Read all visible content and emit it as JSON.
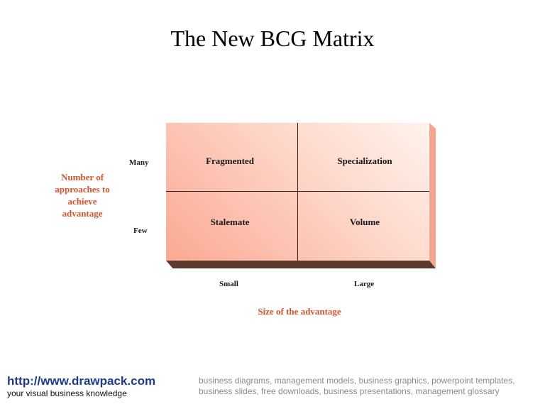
{
  "title": "The New BCG Matrix",
  "matrix": {
    "cells": [
      {
        "label": "Fragmented",
        "row": "Many",
        "col": "Small"
      },
      {
        "label": "Specialization",
        "row": "Many",
        "col": "Large"
      },
      {
        "label": "Stalemate",
        "row": "Few",
        "col": "Small"
      },
      {
        "label": "Volume",
        "row": "Few",
        "col": "Large"
      }
    ],
    "y_axis": {
      "title": "Number of approaches to achieve advantage",
      "title_lines": [
        "Number of",
        "approaches to",
        "achieve",
        "advantage"
      ],
      "ticks": [
        "Many",
        "Few"
      ]
    },
    "x_axis": {
      "title": "Size of the advantage",
      "ticks": [
        "Small",
        "Large"
      ]
    },
    "colors": {
      "face_light": "#fff3ee",
      "face_dark": "#fba892",
      "side": "#f9a48c",
      "bottom": "#5c3a2e",
      "axis_title": "#e0522a"
    }
  },
  "footer": {
    "url": "http://www.drawpack.com",
    "tagline": "your visual business knowledge",
    "keywords": "business diagrams, management models, business graphics, powerpoint templates, business slides, free downloads, business presentations, management glossary"
  }
}
